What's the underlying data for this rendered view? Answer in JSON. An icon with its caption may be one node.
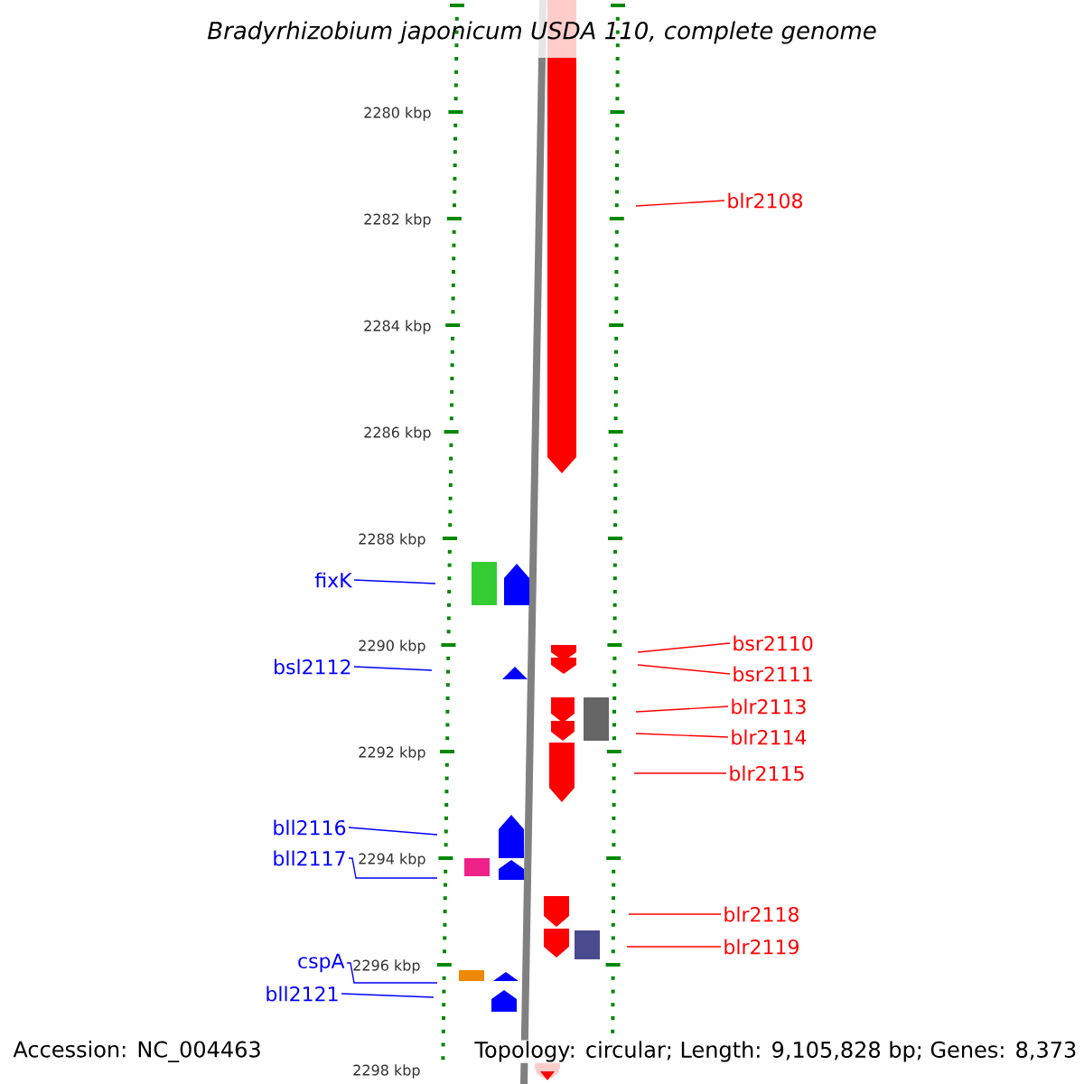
{
  "diagram": {
    "title": "Bradyrhizobium japonicum USDA 110, complete genome",
    "nodes": [
      {
        "text": [
          "blr2108"
        ]
      },
      {
        "text": [
          "fixK"
        ]
      },
      {
        "text": [
          "bsr2110"
        ]
      },
      {
        "text": [
          "bsl2112"
        ]
      },
      {
        "text": [
          "bsr2111"
        ]
      },
      {
        "text": [
          "blr2113"
        ]
      },
      {
        "text": [
          "blr2114"
        ]
      },
      {
        "text": [
          "blr2115"
        ]
      },
      {
        "text": [
          "bll2116"
        ]
      },
      {
        "text": [
          "bll2117"
        ]
      },
      {
        "text": [
          "blr2118"
        ]
      },
      {
        "text": [
          "blr2119"
        ]
      },
      {
        "text": [
          "cspA"
        ]
      },
      {
        "text": [
          "bll2121"
        ]
      }
    ],
    "edges": [
      {
        "from": 0,
        "to": null,
        "arrow": "none"
      },
      {
        "from": 1,
        "to": null,
        "arrow": "none",
        "color": "#0000ff"
      },
      {
        "from": 2,
        "to": null,
        "arrow": "none"
      },
      {
        "from": 3,
        "to": null,
        "arrow": "none",
        "color": "#0000ff"
      },
      {
        "from": 4,
        "to": null,
        "arrow": "none"
      },
      {
        "from": 5,
        "to": null,
        "arrow": "none"
      },
      {
        "from": 6,
        "to": null,
        "arrow": "none"
      },
      {
        "from": 7,
        "to": null,
        "arrow": "none"
      },
      {
        "from": 8,
        "to": null,
        "arrow": "none",
        "color": "#0000ff"
      },
      {
        "from": 9,
        "to": null,
        "arrow": "none",
        "color": "#0000ff"
      },
      {
        "from": 10,
        "to": null,
        "arrow": "none"
      },
      {
        "from": 11,
        "to": null,
        "arrow": "none"
      },
      {
        "from": 12,
        "to": null,
        "arrow": "none",
        "color": "#0000ff"
      },
      {
        "from": 13,
        "to": null,
        "arrow": "none",
        "color": "#0000ff"
      }
    ],
    "labels": [
      "2280 kbp",
      "2282 kbp",
      "2284 kbp",
      "2286 kbp",
      "2288 kbp",
      "2290 kbp",
      "2292 kbp",
      "2294 kbp",
      "2296 kbp",
      "2298 kbp",
      "Accession: NC_004463",
      "Topology: circular; Length: 9,105,828 bp; Genes: 8,373"
    ]
  }
}
